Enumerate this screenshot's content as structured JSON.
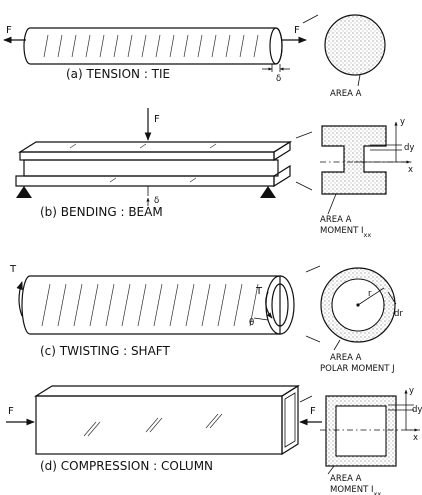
{
  "panels": {
    "a": {
      "caption": "(a) TENSION : TIE",
      "force_left": "F",
      "force_right": "F",
      "delta": "δ",
      "area": "AREA A"
    },
    "b": {
      "caption": "(b) BENDING : BEAM",
      "force": "F",
      "delta": "δ",
      "axis_y": "y",
      "axis_x": "x",
      "dy": "dy",
      "area": "AREA A",
      "moment": "MOMENT I",
      "moment_sub": "xx"
    },
    "c": {
      "caption": "(c) TWISTING : SHAFT",
      "torque_left": "T",
      "torque_right": "T",
      "theta": "θ",
      "r": "r",
      "dr": "dr",
      "area": "AREA A",
      "moment": "POLAR MOMENT J"
    },
    "d": {
      "caption": "(d) COMPRESSION : COLUMN",
      "force_left": "F",
      "force_right": "F",
      "axis_y": "y",
      "axis_x": "x",
      "dy": "dy",
      "area": "AREA A",
      "moment": "MOMENT I",
      "moment_sub": "xx"
    }
  }
}
